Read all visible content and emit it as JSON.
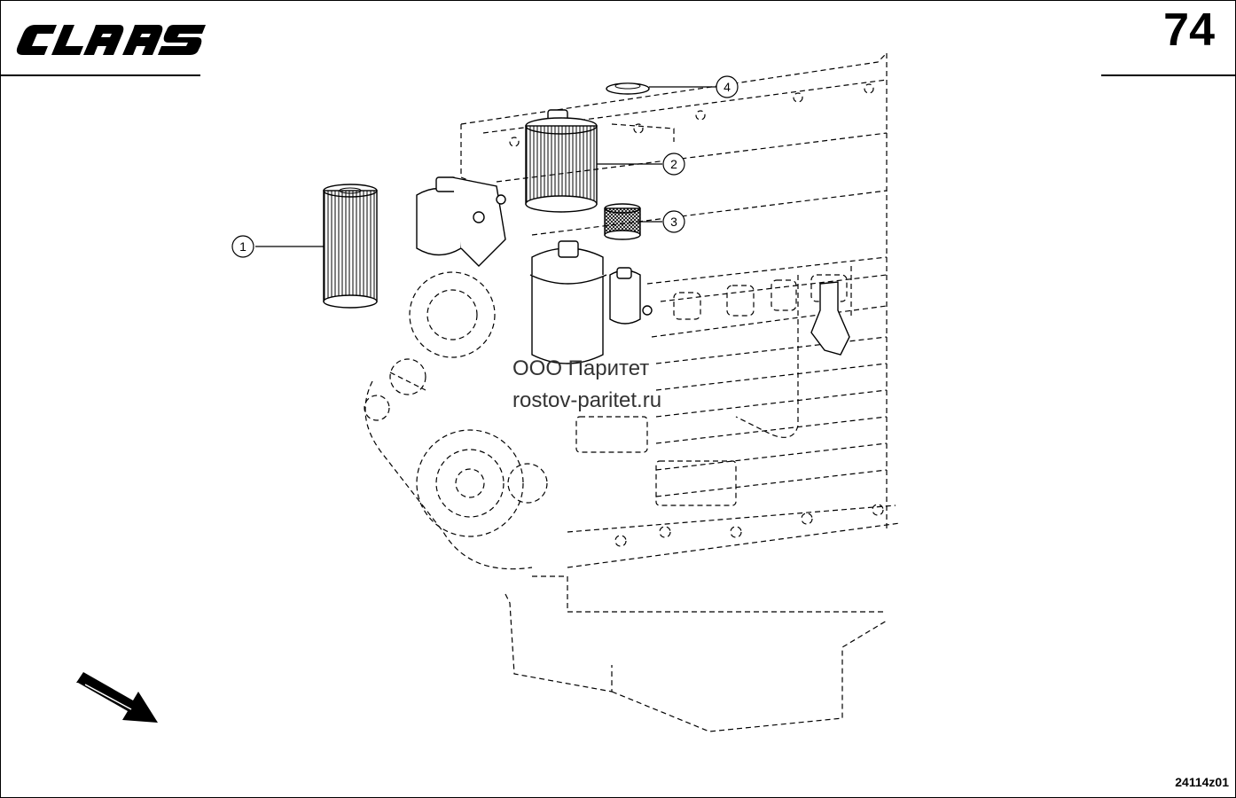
{
  "header": {
    "brand": "CLAAS",
    "page_number": "74"
  },
  "diagram": {
    "callouts": [
      {
        "number": "1",
        "part": "filter-element"
      },
      {
        "number": "2",
        "part": "fuel-filter-cartridge"
      },
      {
        "number": "3",
        "part": "strainer-insert"
      },
      {
        "number": "4",
        "part": "seal-ring"
      }
    ]
  },
  "watermark": {
    "line1": "ООО Паритет",
    "line2": "rostov-paritet.ru"
  },
  "footer": {
    "drawing_id": "24114z01"
  }
}
